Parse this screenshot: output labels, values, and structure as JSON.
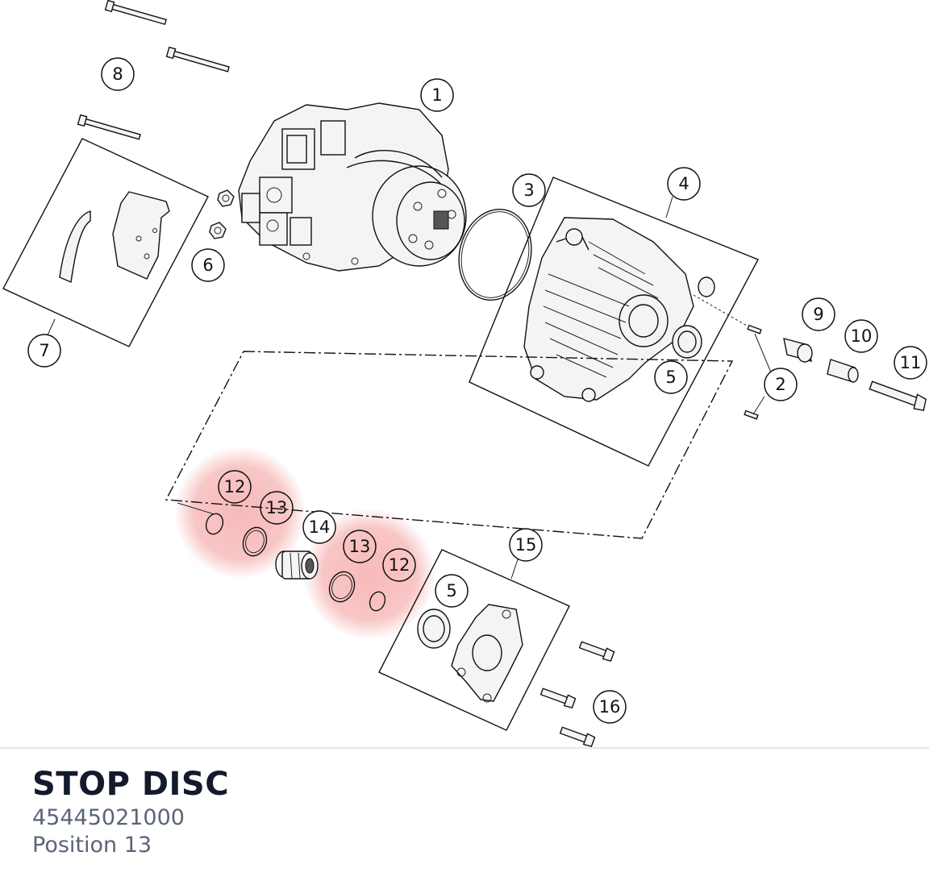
{
  "diagram": {
    "callouts": [
      {
        "id": "c1",
        "label": "1"
      },
      {
        "id": "c2",
        "label": "2"
      },
      {
        "id": "c3",
        "label": "3"
      },
      {
        "id": "c4",
        "label": "4"
      },
      {
        "id": "c5a",
        "label": "5"
      },
      {
        "id": "c5b",
        "label": "5"
      },
      {
        "id": "c6",
        "label": "6"
      },
      {
        "id": "c7",
        "label": "7"
      },
      {
        "id": "c8",
        "label": "8"
      },
      {
        "id": "c9",
        "label": "9"
      },
      {
        "id": "c10",
        "label": "10"
      },
      {
        "id": "c11",
        "label": "11"
      },
      {
        "id": "c12a",
        "label": "12"
      },
      {
        "id": "c12b",
        "label": "12"
      },
      {
        "id": "c13a",
        "label": "13"
      },
      {
        "id": "c13b",
        "label": "13"
      },
      {
        "id": "c14",
        "label": "14"
      },
      {
        "id": "c15",
        "label": "15"
      },
      {
        "id": "c16",
        "label": "16"
      }
    ],
    "highlight_color": "#f08080",
    "line_color": "#111111"
  },
  "part": {
    "title": "STOP DISC",
    "number": "45445021000",
    "position": "Position 13"
  }
}
